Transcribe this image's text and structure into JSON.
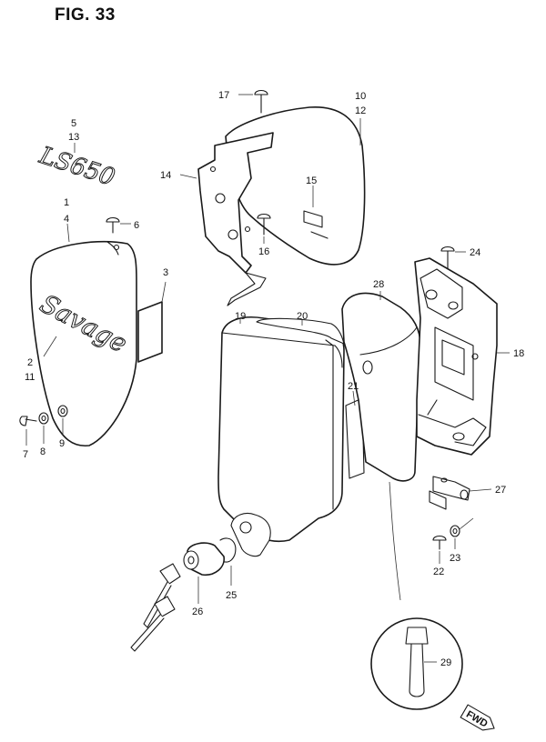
{
  "figure": {
    "title": "FIG. 33"
  },
  "emblems": {
    "model": "LS650",
    "brand": "Savage",
    "fwd": "FWD"
  },
  "callouts": [
    {
      "id": "c1",
      "text": "1"
    },
    {
      "id": "c2",
      "text": "2"
    },
    {
      "id": "c3",
      "text": "3"
    },
    {
      "id": "c4",
      "text": "4"
    },
    {
      "id": "c5",
      "text": "5"
    },
    {
      "id": "c6",
      "text": "6"
    },
    {
      "id": "c7",
      "text": "7"
    },
    {
      "id": "c8",
      "text": "8"
    },
    {
      "id": "c9",
      "text": "9"
    },
    {
      "id": "c10",
      "text": "10"
    },
    {
      "id": "c11",
      "text": "11"
    },
    {
      "id": "c12",
      "text": "12"
    },
    {
      "id": "c13",
      "text": "13"
    },
    {
      "id": "c14",
      "text": "14"
    },
    {
      "id": "c15",
      "text": "15"
    },
    {
      "id": "c16",
      "text": "16"
    },
    {
      "id": "c17",
      "text": "17"
    },
    {
      "id": "c18",
      "text": "18"
    },
    {
      "id": "c19",
      "text": "19"
    },
    {
      "id": "c20",
      "text": "20"
    },
    {
      "id": "c21",
      "text": "21"
    },
    {
      "id": "c22",
      "text": "22"
    },
    {
      "id": "c23",
      "text": "23"
    },
    {
      "id": "c24",
      "text": "24"
    },
    {
      "id": "c25",
      "text": "25"
    },
    {
      "id": "c26",
      "text": "26"
    },
    {
      "id": "c27",
      "text": "27"
    },
    {
      "id": "c28",
      "text": "28"
    },
    {
      "id": "c29",
      "text": "29"
    }
  ]
}
